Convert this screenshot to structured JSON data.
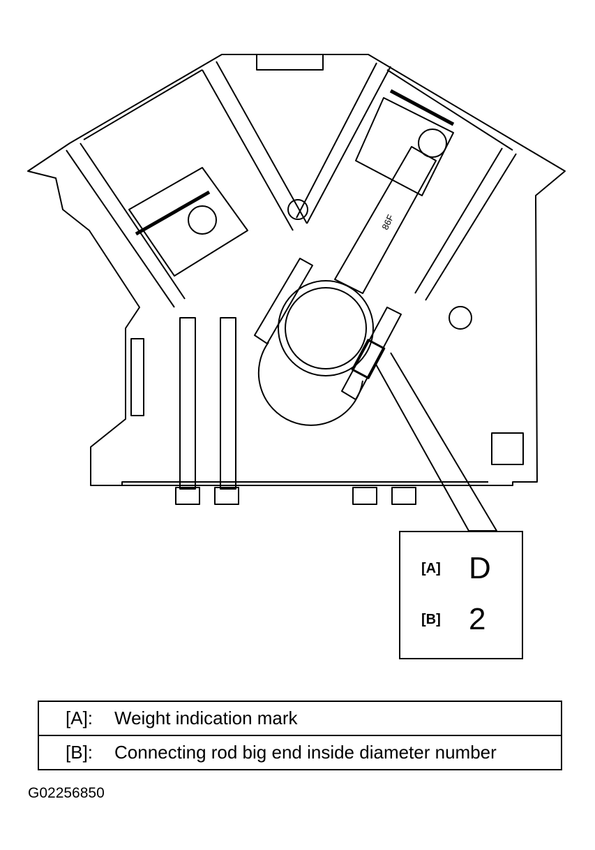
{
  "diagram": {
    "rod_stamp": "86F",
    "callout": {
      "a_key": "[A]",
      "a_value": "D",
      "b_key": "[B]",
      "b_value": "2"
    }
  },
  "legend": {
    "rows": [
      {
        "key": "[A]:",
        "text": "Weight indication mark"
      },
      {
        "key": "[B]:",
        "text": "Connecting rod big end inside diameter number"
      }
    ]
  },
  "figure_id": "G02256850"
}
